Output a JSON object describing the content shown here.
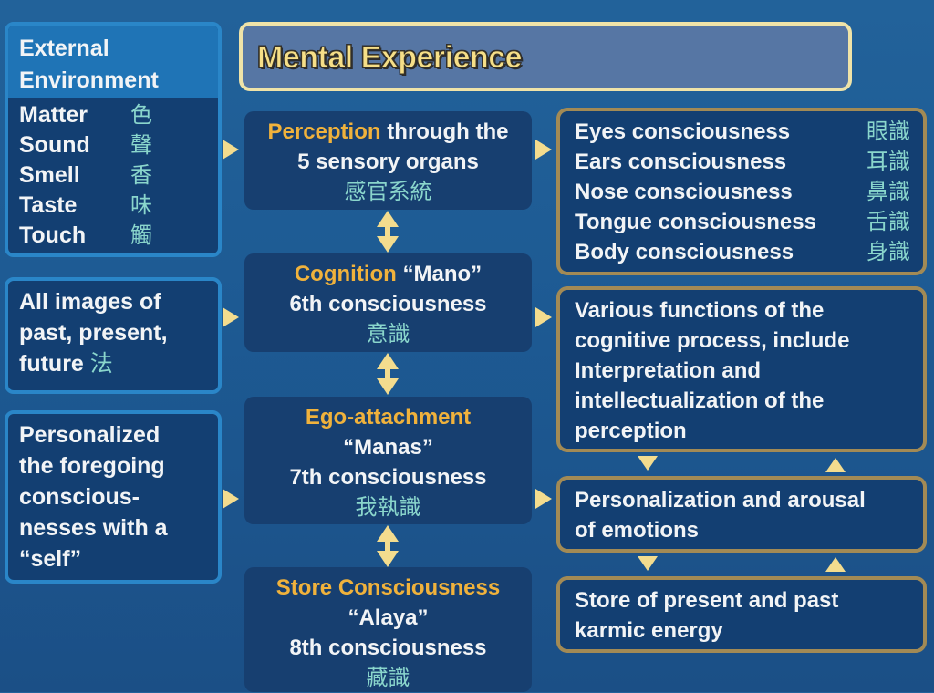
{
  "title": "Mental Experience",
  "colors": {
    "background": "#1d5a93",
    "accent_orange": "#f0b23c",
    "cjk_teal": "#8ad6cc",
    "arrow_yellow": "#f3dc8e",
    "left_border": "#2a86c8",
    "right_border": "#a28a55",
    "title_border": "#efe3a8"
  },
  "left": {
    "external": {
      "heading_line1": "External",
      "heading_line2": "Environment",
      "items": [
        {
          "en": "Matter",
          "zh": "色"
        },
        {
          "en": "Sound",
          "zh": "聲"
        },
        {
          "en": "Smell",
          "zh": "香"
        },
        {
          "en": "Taste",
          "zh": "味"
        },
        {
          "en": "Touch",
          "zh": "觸"
        }
      ]
    },
    "images": {
      "lines": [
        "All images of",
        "past, present,"
      ],
      "last_en": "future",
      "last_zh": "法"
    },
    "personalized": {
      "lines": [
        "Personalized",
        "the foregoing",
        "conscious-",
        "nesses with a",
        "“self”"
      ]
    }
  },
  "middle": {
    "perception": {
      "highlight": "Perception",
      "rest": " through the",
      "line2": "5 sensory organs",
      "zh": "感官系統"
    },
    "cognition": {
      "highlight": "Cognition",
      "rest": " “Mano”",
      "line2": "6th consciousness",
      "zh": "意識"
    },
    "ego": {
      "highlight": "Ego-attachment",
      "line2": "“Manas”",
      "line3": "7th consciousness",
      "zh": "我執識"
    },
    "store": {
      "highlight": "Store Consciousness",
      "line2": "“Alaya”",
      "line3": "8th consciousness",
      "zh": "藏識"
    }
  },
  "right": {
    "senses": [
      {
        "en": "Eyes consciousness",
        "zh": "眼識"
      },
      {
        "en": "Ears consciousness",
        "zh": "耳識"
      },
      {
        "en": "Nose consciousness",
        "zh": "鼻識"
      },
      {
        "en": "Tongue consciousness",
        "zh": "舌識"
      },
      {
        "en": "Body consciousness",
        "zh": "身識"
      }
    ],
    "functions": [
      "Various functions of the",
      "cognitive process, include",
      "Interpretation and",
      "intellectualization of the",
      "perception"
    ],
    "emotions": [
      "Personalization and arousal",
      "of emotions"
    ],
    "karmic": [
      "Store of present and past",
      "karmic energy"
    ]
  }
}
